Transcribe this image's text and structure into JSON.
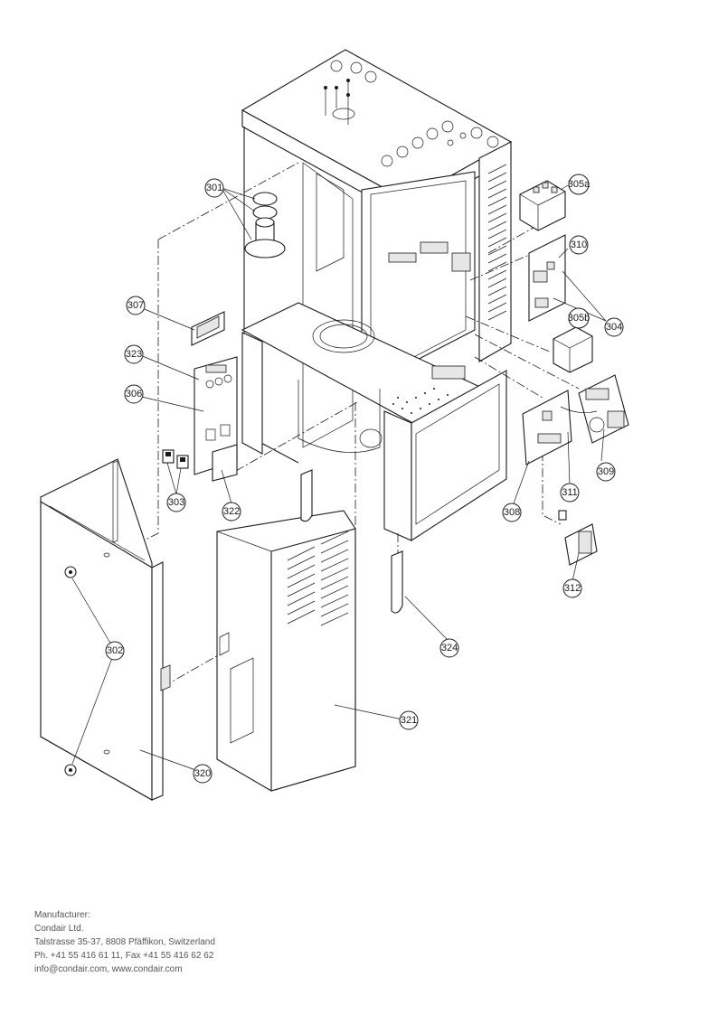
{
  "diagram": {
    "callouts": [
      {
        "id": "c301",
        "label": "301"
      },
      {
        "id": "c305a",
        "label": "305a"
      },
      {
        "id": "c310",
        "label": "310"
      },
      {
        "id": "c307",
        "label": "307"
      },
      {
        "id": "c304",
        "label": "304"
      },
      {
        "id": "c305b",
        "label": "305b"
      },
      {
        "id": "c323",
        "label": "323"
      },
      {
        "id": "c306",
        "label": "306"
      },
      {
        "id": "c309",
        "label": "309"
      },
      {
        "id": "c311",
        "label": "311"
      },
      {
        "id": "c303",
        "label": "303"
      },
      {
        "id": "c322",
        "label": "322"
      },
      {
        "id": "c308",
        "label": "308"
      },
      {
        "id": "c312",
        "label": "312"
      },
      {
        "id": "c324",
        "label": "324"
      },
      {
        "id": "c302",
        "label": "302"
      },
      {
        "id": "c321",
        "label": "321"
      },
      {
        "id": "c320",
        "label": "320"
      }
    ]
  },
  "footer": {
    "heading": "Manufacturer:",
    "company": "Condair Ltd.",
    "address": "Talstrasse 35-37, 8808 Pfäffikon, Switzerland",
    "phone": "Ph. +41 55 416 61 11, Fax +41 55 416 62 62",
    "web": "info@condair.com, www.condair.com"
  }
}
